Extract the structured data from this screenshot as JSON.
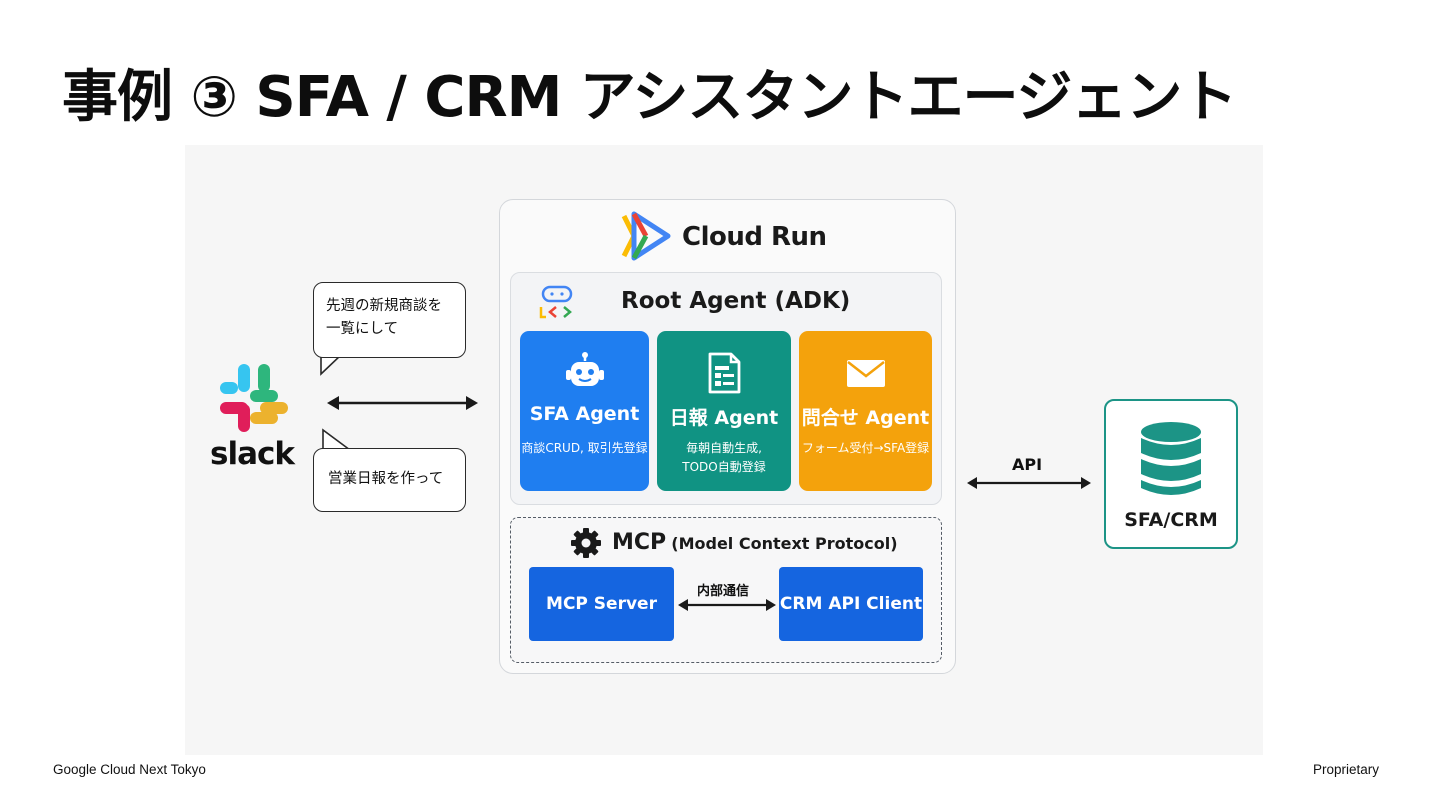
{
  "slide": {
    "title": "事例 ③ SFA / CRM アシスタントエージェント"
  },
  "slack": {
    "wordmark": "slack",
    "logo_icon": "slack-logo-icon",
    "bubble_request_1": "先週の新規商談を\n一覧にして",
    "bubble_request_2": "営業日報を作って"
  },
  "cloud_run": {
    "label": "Cloud Run",
    "icon": "cloud-run-icon",
    "root_agent": {
      "label": "Root Agent (ADK)",
      "icon": "adk-icon",
      "agents": [
        {
          "name": "SFA Agent",
          "description": "商談CRUD, 取引先登録",
          "icon": "robot-icon",
          "color": "#1f7ef0"
        },
        {
          "name": "日報 Agent",
          "description": "毎朝自動生成,\nTODO自動登録",
          "icon": "document-icon",
          "color": "#109383"
        },
        {
          "name": "問合せ Agent",
          "description": "フォーム受付→SFA登録",
          "icon": "envelope-icon",
          "color": "#f4a20c"
        }
      ]
    },
    "mcp": {
      "label": "MCP",
      "sublabel": "(Model Context Protocol)",
      "icon": "gear-icon",
      "server": "MCP Server",
      "client": "CRM API Client",
      "link_label": "内部通信"
    }
  },
  "external": {
    "api_label": "API",
    "system_label": "SFA/CRM",
    "icon": "database-icon",
    "border_color": "#1c9486"
  },
  "footer": {
    "left": "Google Cloud Next Tokyo",
    "right": "Proprietary"
  }
}
